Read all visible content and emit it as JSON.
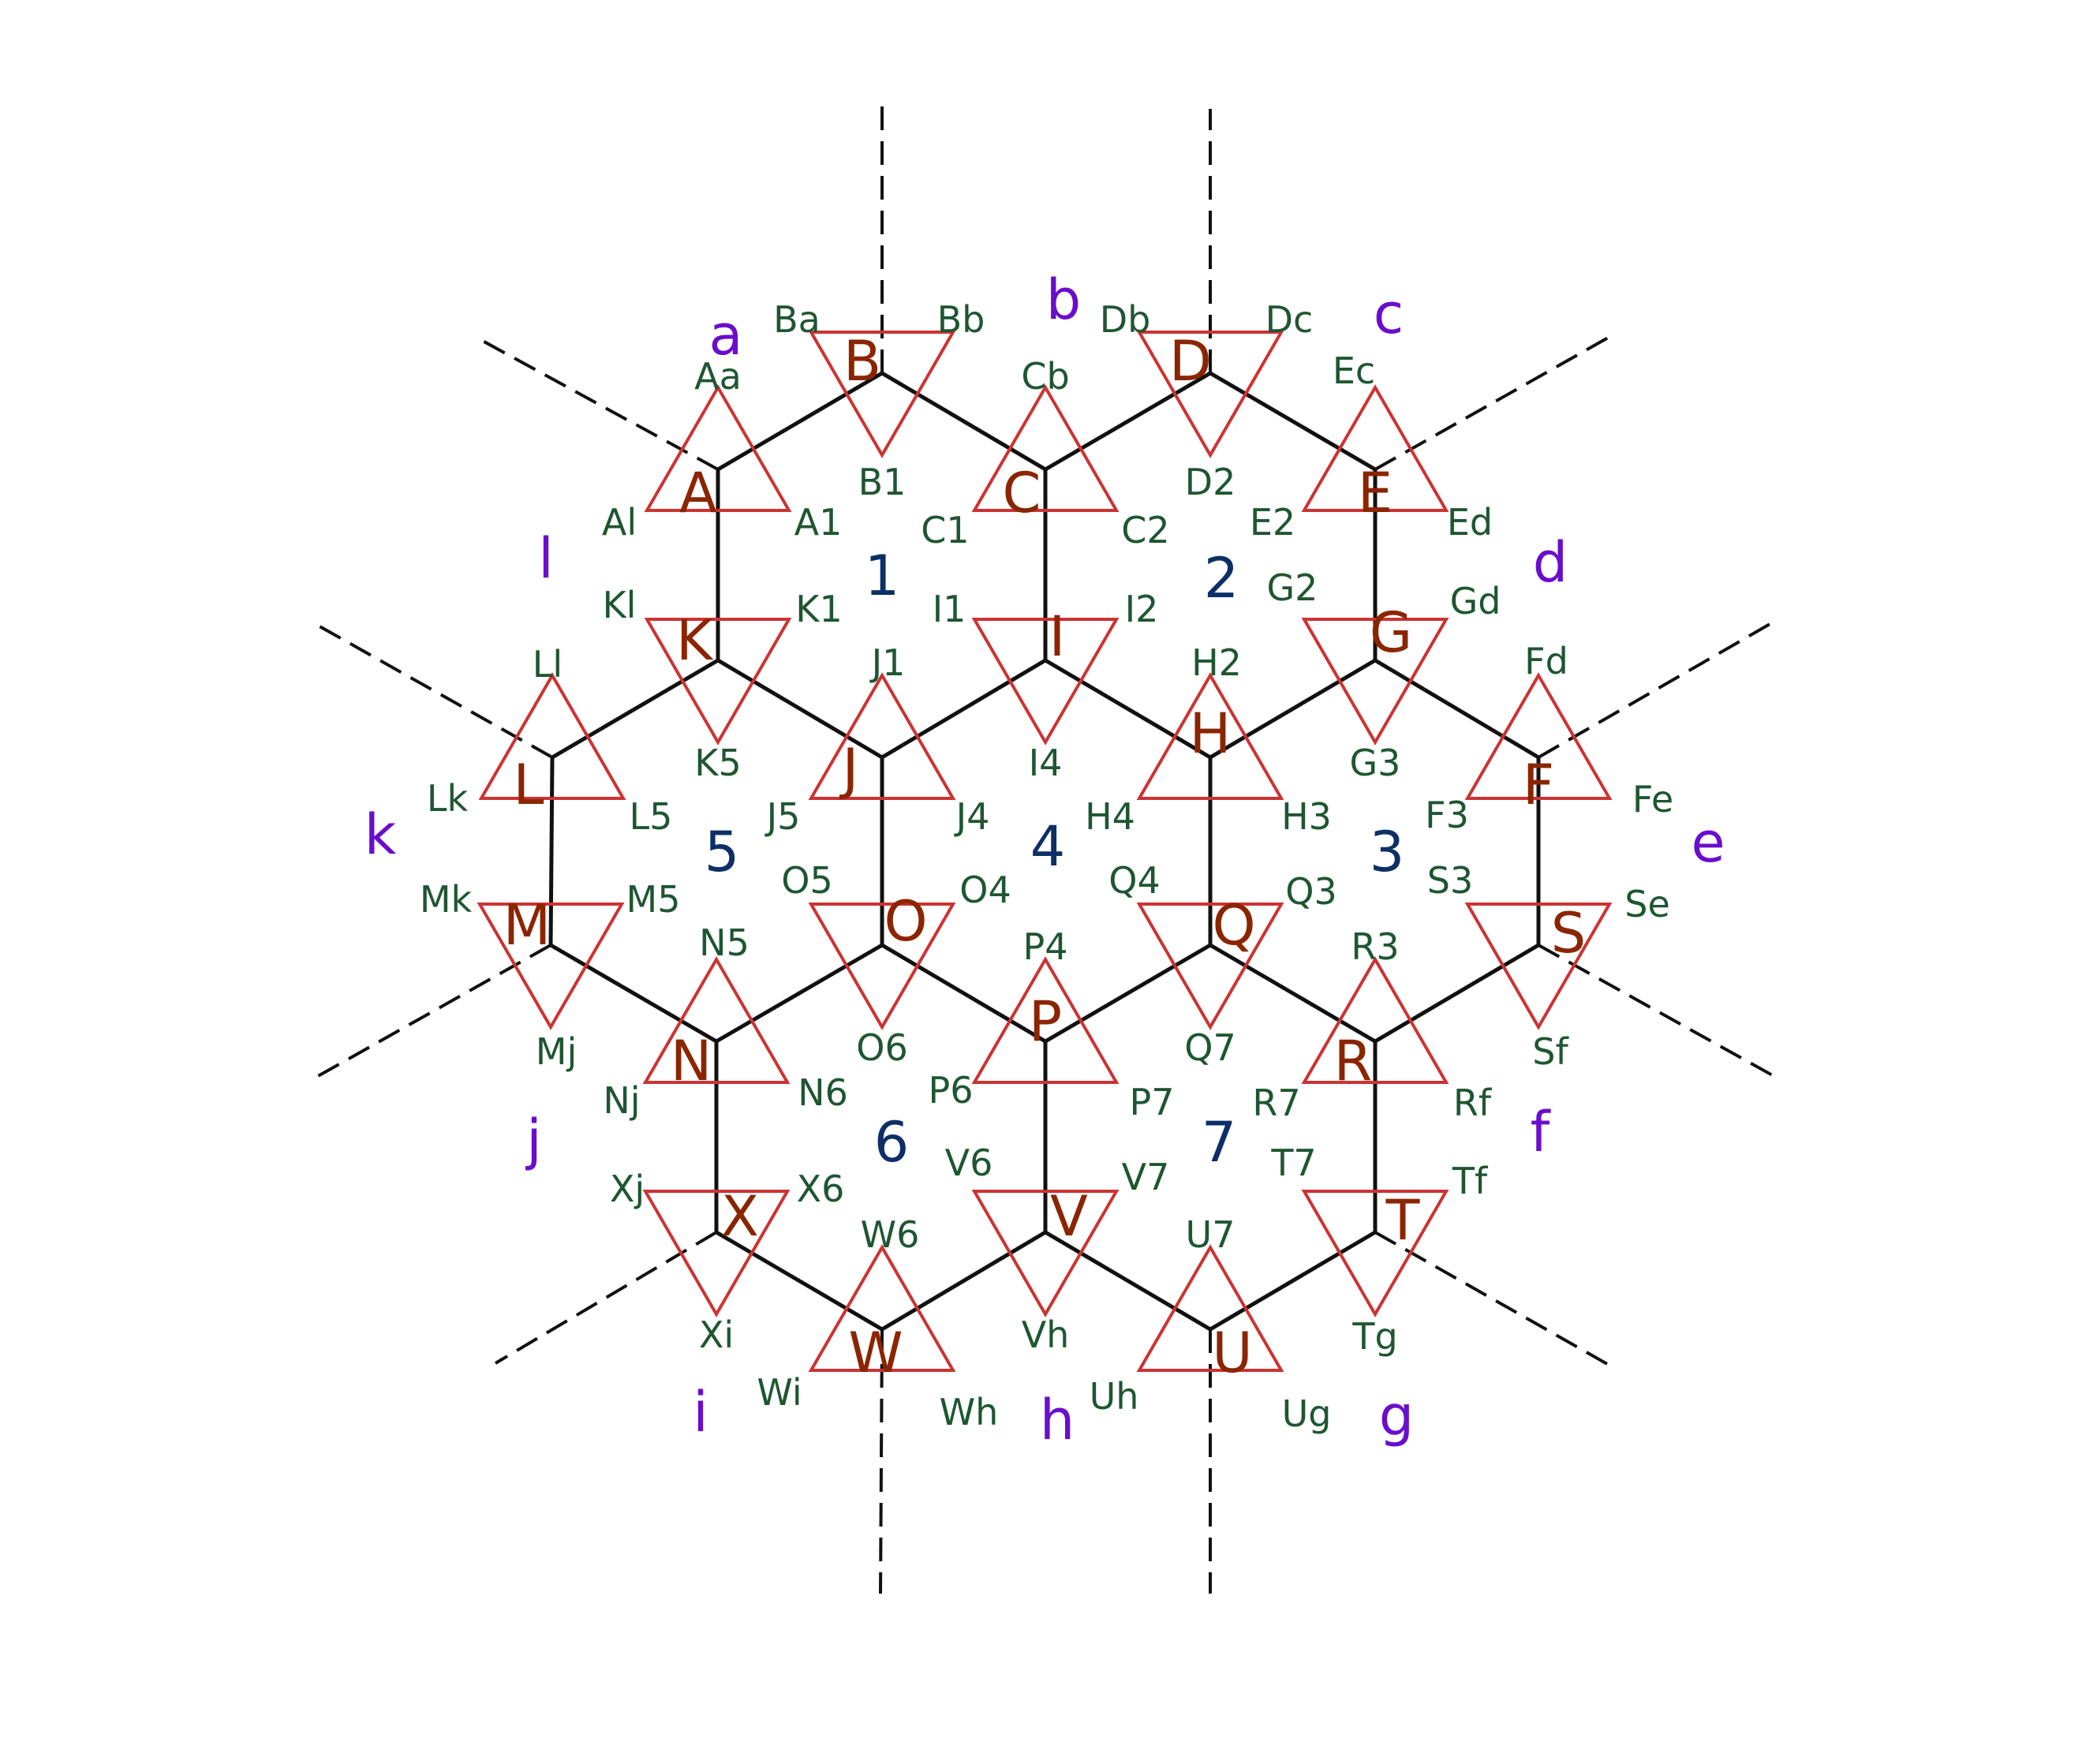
{
  "colors": {
    "edge": "#111111",
    "triangle": "#cc3333",
    "vertex_text": "#8b2500",
    "corner_text": "#1e5631",
    "cell_text": "#0d2f66",
    "outer_text": "#6a0dcc"
  },
  "cells": [
    "1",
    "2",
    "3",
    "4",
    "5",
    "6",
    "7"
  ],
  "outer_regions": [
    "a",
    "b",
    "c",
    "d",
    "e",
    "f",
    "g",
    "h",
    "i",
    "j",
    "k",
    "l"
  ],
  "vertices": [
    {
      "label": "A",
      "up": true,
      "corners": [
        "Aa",
        "Al",
        "A1"
      ]
    },
    {
      "label": "B",
      "up": false,
      "corners": [
        "Ba",
        "Bb",
        "B1"
      ]
    },
    {
      "label": "C",
      "up": true,
      "corners": [
        "Cb",
        "C1",
        "C2"
      ]
    },
    {
      "label": "D",
      "up": false,
      "corners": [
        "Db",
        "Dc",
        "D2"
      ]
    },
    {
      "label": "E",
      "up": true,
      "corners": [
        "Ec",
        "E2",
        "Ed"
      ]
    },
    {
      "label": "F",
      "up": true,
      "corners": [
        "Fd",
        "F3",
        "Fe"
      ]
    },
    {
      "label": "G",
      "up": false,
      "corners": [
        "G2",
        "Gd",
        "G3"
      ]
    },
    {
      "label": "H",
      "up": true,
      "corners": [
        "H2",
        "H4",
        "H3"
      ]
    },
    {
      "label": "I",
      "up": false,
      "corners": [
        "I1",
        "I2",
        "I4"
      ]
    },
    {
      "label": "J",
      "up": true,
      "corners": [
        "J1",
        "J5",
        "J4"
      ]
    },
    {
      "label": "K",
      "up": false,
      "corners": [
        "Kl",
        "K1",
        "K5"
      ]
    },
    {
      "label": "L",
      "up": true,
      "corners": [
        "Ll",
        "Lk",
        "L5"
      ]
    },
    {
      "label": "M",
      "up": false,
      "corners": [
        "Mk",
        "M5",
        "Mj"
      ]
    },
    {
      "label": "N",
      "up": true,
      "corners": [
        "N5",
        "Nj",
        "N6"
      ]
    },
    {
      "label": "O",
      "up": false,
      "corners": [
        "O5",
        "O4",
        "O6"
      ]
    },
    {
      "label": "P",
      "up": true,
      "corners": [
        "P4",
        "P6",
        "P7"
      ]
    },
    {
      "label": "Q",
      "up": false,
      "corners": [
        "Q4",
        "Q3",
        "Q7"
      ]
    },
    {
      "label": "R",
      "up": true,
      "corners": [
        "R3",
        "R7",
        "Rf"
      ]
    },
    {
      "label": "S",
      "up": false,
      "corners": [
        "S3",
        "Se",
        "Sf"
      ]
    },
    {
      "label": "T",
      "up": false,
      "corners": [
        "T7",
        "Tf",
        "Tg"
      ]
    },
    {
      "label": "U",
      "up": true,
      "corners": [
        "U7",
        "Uh",
        "Ug"
      ]
    },
    {
      "label": "V",
      "up": false,
      "corners": [
        "V6",
        "V7",
        "Vh"
      ]
    },
    {
      "label": "W",
      "up": true,
      "corners": [
        "W6",
        "Wi",
        "Wh"
      ]
    },
    {
      "label": "X",
      "up": false,
      "corners": [
        "Xj",
        "X6",
        "Xi"
      ]
    }
  ]
}
